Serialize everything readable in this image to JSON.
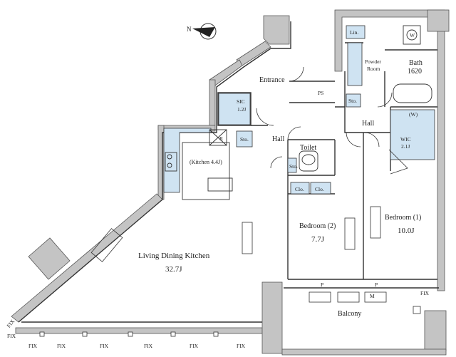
{
  "rooms": {
    "ldk": {
      "name": "Living Dining Kitchen",
      "size": "32.7J"
    },
    "kitchen": "(Kitchen 4.4J)",
    "entrance": "Entrance",
    "ps": "PS",
    "sic": {
      "name": "SIC",
      "size": "1.2J"
    },
    "sto_entrance": "Sto.",
    "refrigerator": "R",
    "hall_left": "Hall",
    "hall_right": "Hall",
    "toilet": "Toilet",
    "sto_toilet": "Sto.",
    "clo_left": "Clo.",
    "clo_right": "Clo.",
    "bedroom2": {
      "name": "Bedroom (2)",
      "size": "7.7J"
    },
    "bedroom1": {
      "name": "Bedroom (1)",
      "size": "10.0J"
    },
    "wic": {
      "name": "WIC",
      "size": "2.1J"
    },
    "wic_shelf": "(W)",
    "powder": {
      "line1": "Powder",
      "line2": "Room"
    },
    "bath": {
      "name": "Bath",
      "size": "1620"
    },
    "lin": "Lin.",
    "sto_powder": "Sto.",
    "washer": "W",
    "balcony": "Balcony",
    "p1": "P",
    "p2": "P",
    "m": "M"
  },
  "fix_labels": [
    "FIX",
    "FIX",
    "FIX",
    "FIX",
    "FIX",
    "FIX",
    "FIX",
    "FIX",
    "FIX"
  ],
  "compass": {
    "label": "N"
  },
  "colors": {
    "wall": "#c4c4c4",
    "wall_stroke": "#555555",
    "storage": "#cfe3f2",
    "line": "#333333"
  }
}
